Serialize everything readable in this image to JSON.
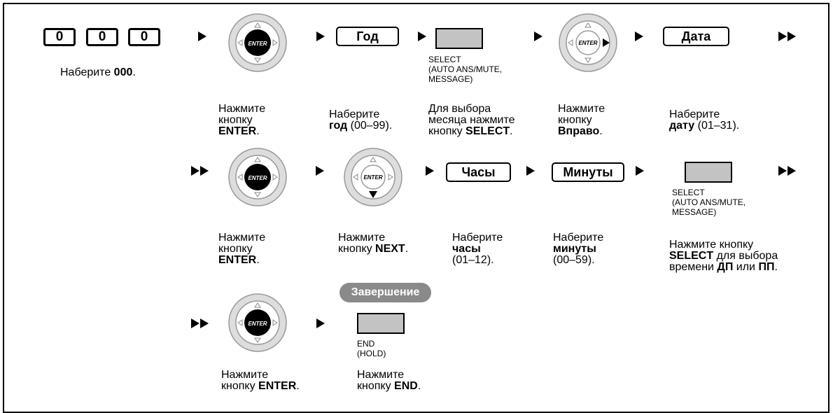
{
  "keys": {
    "digit_1": "0",
    "digit_2": "0",
    "digit_3": "0",
    "year": "Год",
    "date": "Дата",
    "hours": "Часы",
    "minutes": "Минуты",
    "enter_label": "ENTER"
  },
  "badge": {
    "finish": "Завершение"
  },
  "select_label": [
    "SELECT",
    "(AUTO ANS/MUTE,",
    "MESSAGE)"
  ],
  "end_label": [
    "END",
    "(HOLD)"
  ],
  "captions": {
    "dial_000": {
      "pre": "Наберите ",
      "bold": "000",
      "post": "."
    },
    "press_enter": [
      "Нажмите",
      "кнопку"
    ],
    "press_enter_bold": "ENTER",
    "dial_year": {
      "line1": "Наберите",
      "bold": "год",
      "post": " (00–99)."
    },
    "select_month": {
      "line1": "Для выбора",
      "line2": "месяца нажмите",
      "pre": "кнопку ",
      "bold": "SELECT",
      "post": "."
    },
    "press_right": {
      "line1": "Нажмите",
      "line2": "кнопку",
      "bold": "Вправо",
      "post": "."
    },
    "dial_date": {
      "line1": "Наберите",
      "bold": "дату",
      "post": " (01–31)."
    },
    "press_next": {
      "line1": "Нажмите",
      "pre": "кнопку ",
      "bold": "NEXT",
      "post": "."
    },
    "dial_hours": {
      "line1": "Наберите",
      "bold": "часы",
      "line3": "(01–12)."
    },
    "dial_minutes": {
      "line1": "Наберите",
      "bold": "минуты",
      "line3": "(00–59)."
    },
    "select_ampm": {
      "line1": "Нажмите кнопку",
      "bold1": "SELECT",
      "mid": " для выбора",
      "pre": "времени ",
      "bold2": "ДП",
      "or": " или ",
      "bold3": "ПП",
      "post": "."
    },
    "press_enter_inline": {
      "pre": "кнопку ",
      "bold": "ENTER",
      "post": "."
    },
    "press_end": {
      "line1": "Нажмите",
      "pre": "кнопку ",
      "bold": "END",
      "post": "."
    }
  }
}
